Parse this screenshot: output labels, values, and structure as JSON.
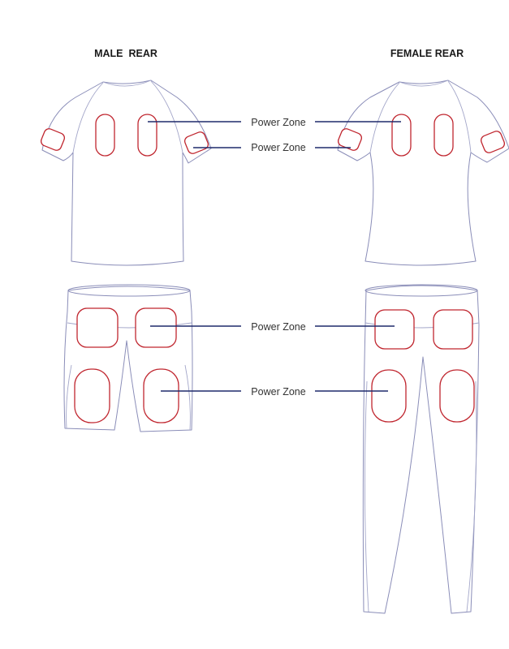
{
  "headings": {
    "male": "MALE  REAR",
    "female": "FEMALE REAR"
  },
  "callouts": [
    {
      "label": "Power Zone"
    },
    {
      "label": "Power Zone"
    },
    {
      "label": "Power Zone"
    },
    {
      "label": "Power Zone"
    }
  ],
  "colors": {
    "outline": "#8a8db8",
    "zone_outline": "#c0262f",
    "leader_line": "#1f2a6b"
  }
}
